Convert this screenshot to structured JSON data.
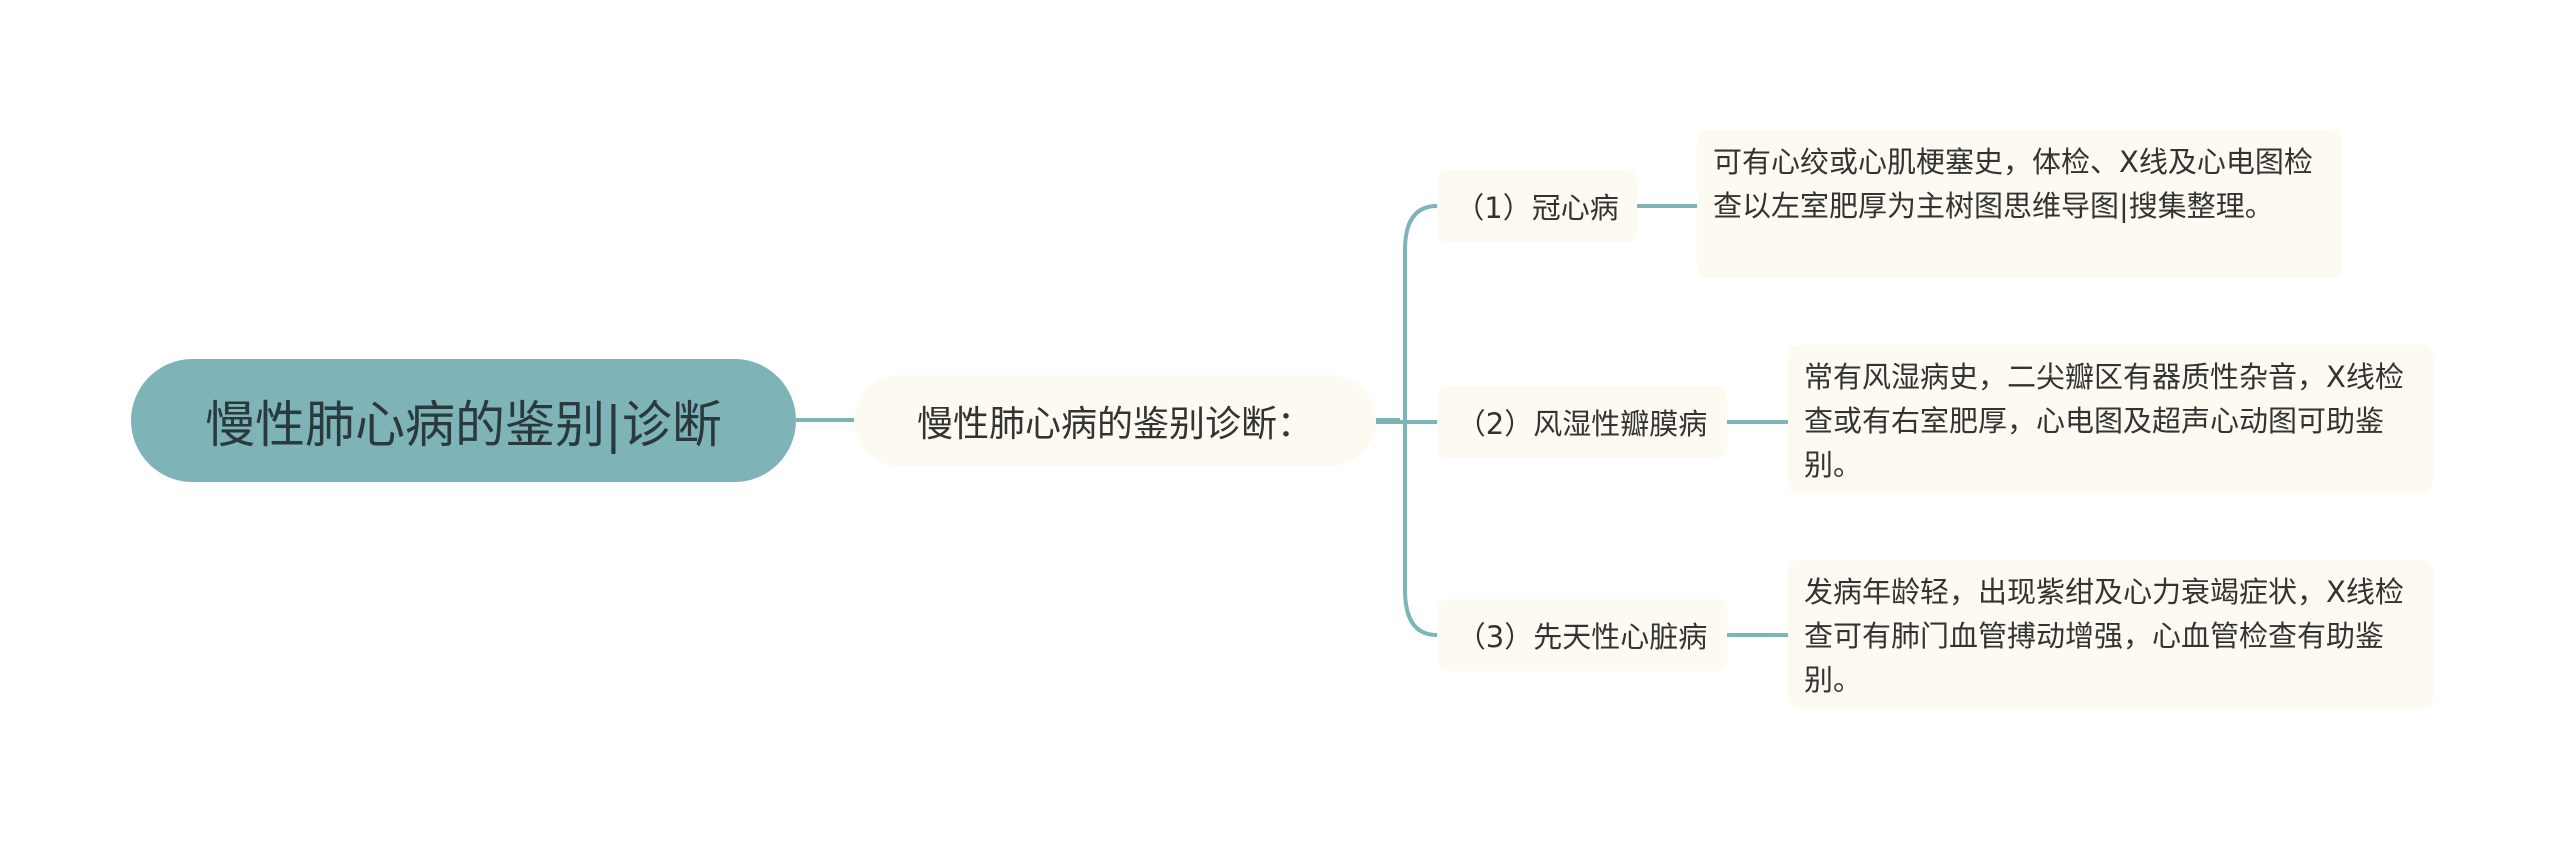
{
  "colors": {
    "root_fill": "#7eb4b8",
    "node_fill": "#fdfbf1",
    "connector": "#7eb4b8",
    "text": "#333333"
  },
  "root": {
    "label": "慢性肺心病的鉴别|诊断"
  },
  "topic": {
    "label": "慢性肺心病的鉴别诊断："
  },
  "branches": [
    {
      "label": "（1）冠心病",
      "detail": "可有心绞或心肌梗塞史，体检、X线及心电图检查以左室肥厚为主树图思维导图|搜集整理。"
    },
    {
      "label": "（2）风湿性瓣膜病",
      "detail": "常有风湿病史，二尖瓣区有器质性杂音，X线检查或有右室肥厚，心电图及超声心动图可助鉴别。"
    },
    {
      "label": "（3）先天性心脏病",
      "detail": "发病年龄轻，出现紫绀及心力衰竭症状，X线检查可有肺门血管搏动增强，心血管检查有助鉴别。"
    }
  ]
}
